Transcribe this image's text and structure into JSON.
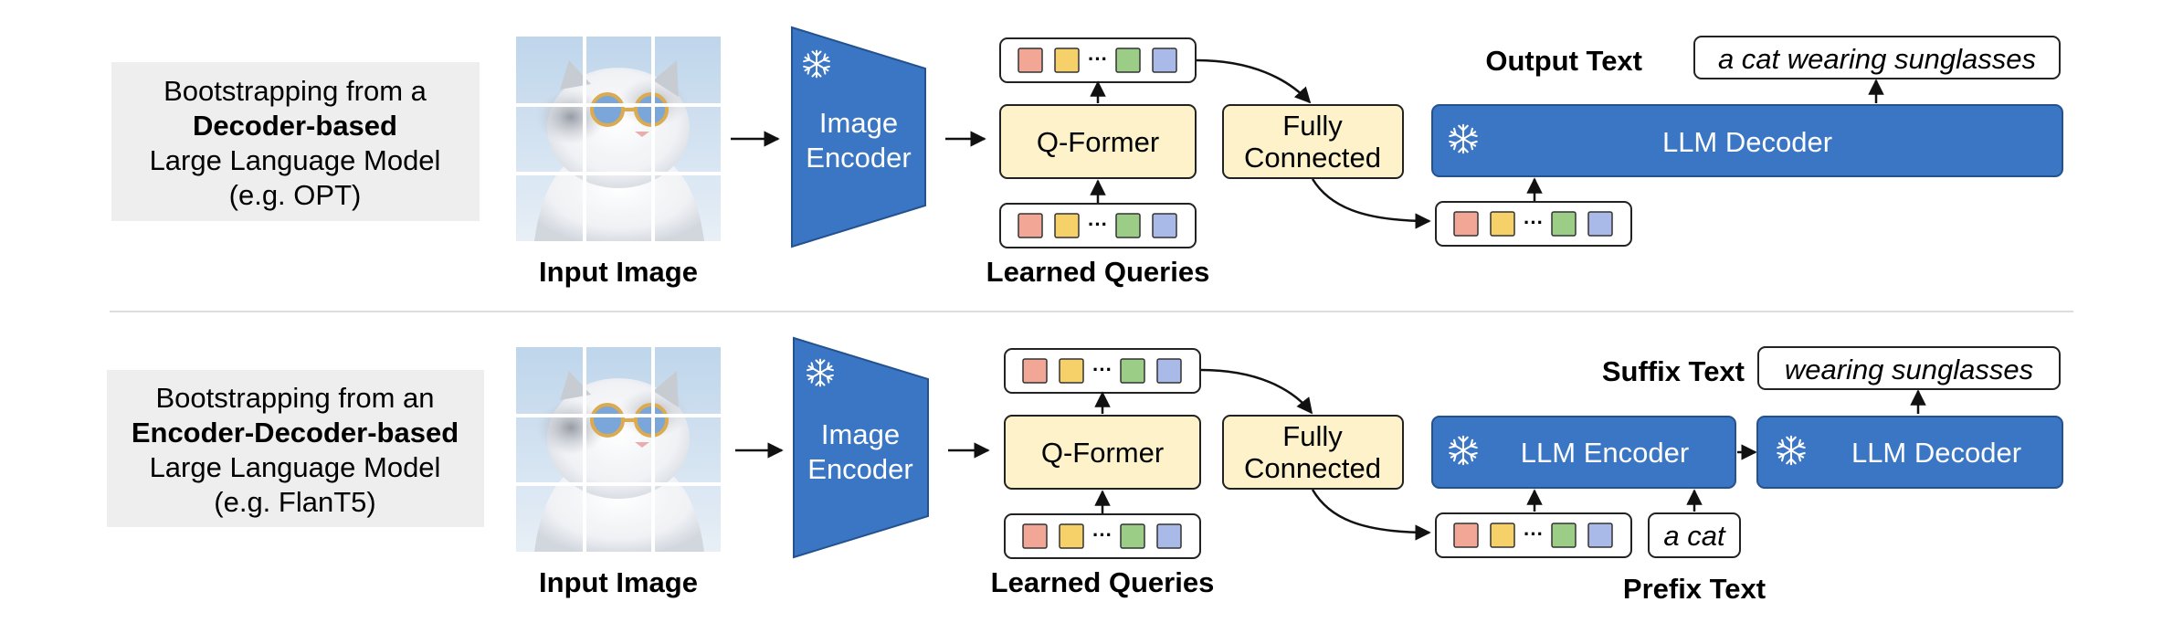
{
  "colors": {
    "blue": "#3a76c4",
    "blue_stroke": "#24528f",
    "yellow_fill": "#fdf2c9",
    "query_colors": [
      "#f2a796",
      "#f6d169",
      "#9ccd86",
      "#a9b9e8"
    ],
    "label_box": "#eeeeee",
    "separator": "#dddddd"
  },
  "top": {
    "caption_lines": [
      "Bootstrapping from a",
      "Decoder-based",
      "Large Language Model",
      "(e.g. OPT)"
    ],
    "input_image_label": "Input Image",
    "image_encoder_lines": [
      "Image",
      "Encoder"
    ],
    "qformer_label": "Q-Former",
    "learned_queries_label": "Learned Queries",
    "fc_lines": [
      "Fully",
      "Connected"
    ],
    "llm_decoder_label": "LLM Decoder",
    "output_text_label": "Output Text",
    "output_text_value": "a cat wearing sunglasses",
    "query_ellipsis": "···",
    "image_icon": "cat-with-sunglasses-photo",
    "frozen_icon": "snowflake-icon"
  },
  "bottom": {
    "caption_lines": [
      "Bootstrapping from an",
      "Encoder-Decoder-based",
      "Large Language Model",
      "(e.g. FlanT5)"
    ],
    "input_image_label": "Input Image",
    "image_encoder_lines": [
      "Image",
      "Encoder"
    ],
    "qformer_label": "Q-Former",
    "learned_queries_label": "Learned Queries",
    "fc_lines": [
      "Fully",
      "Connected"
    ],
    "llm_encoder_label": "LLM Encoder",
    "llm_decoder_label": "LLM Decoder",
    "suffix_text_label": "Suffix Text",
    "suffix_text_value": "wearing sunglasses",
    "prefix_text_label": "Prefix Text",
    "prefix_text_value": "a cat",
    "query_ellipsis": "···",
    "image_icon": "cat-with-sunglasses-photo",
    "frozen_icon": "snowflake-icon"
  }
}
